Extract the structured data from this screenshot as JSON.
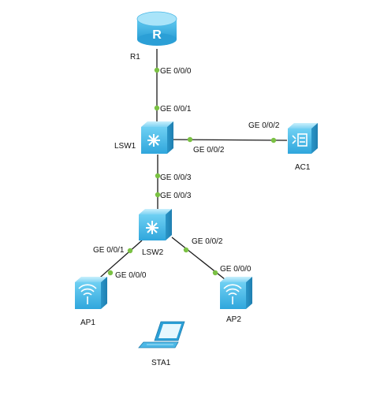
{
  "devices": {
    "r1": "R1",
    "lsw1": "LSW1",
    "ac1": "AC1",
    "lsw2": "LSW2",
    "ap1": "AP1",
    "ap2": "AP2",
    "sta1": "STA1"
  },
  "ports": {
    "r1_ge000": "GE 0/0/0",
    "lsw1_ge001": "GE 0/0/1",
    "lsw1_ge002": "GE 0/0/2",
    "ac1_ge002": "GE 0/0/2",
    "lsw1_ge003": "GE 0/0/3",
    "lsw2_ge003": "GE 0/0/3",
    "lsw2_ge001": "GE 0/0/1",
    "ap1_ge000": "GE 0/0/0",
    "lsw2_ge002": "GE 0/0/2",
    "ap2_ge000": "GE 0/0/0"
  },
  "colors": {
    "link": "#1a1a1a",
    "port_dot": "#7ac143",
    "device_fill": "#5fc8ef",
    "device_dark": "#2f9ccf",
    "device_light": "#a8e2f8"
  }
}
